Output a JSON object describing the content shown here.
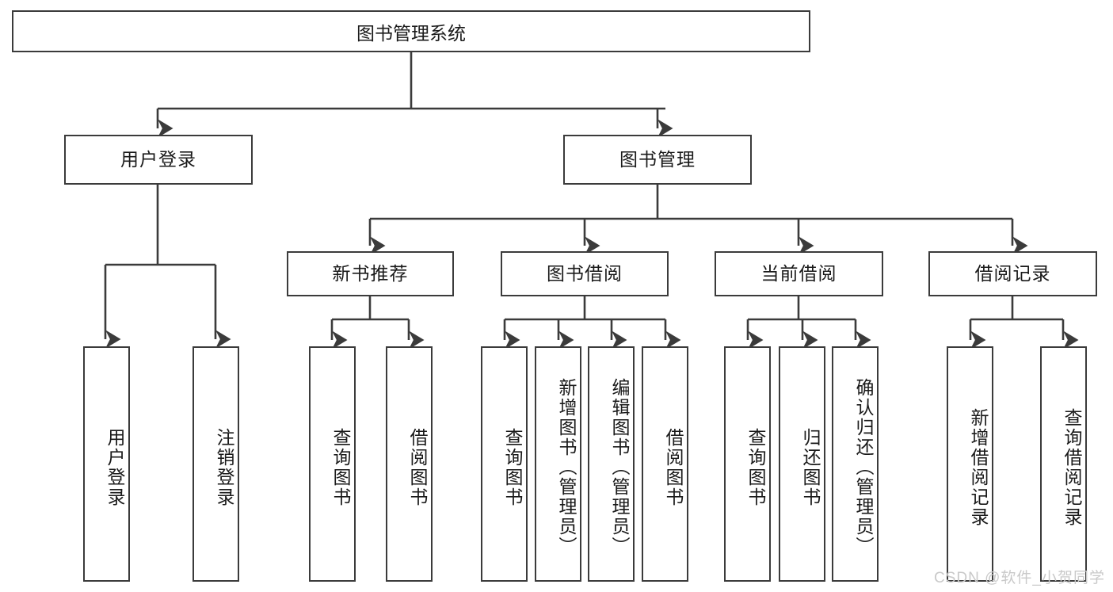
{
  "diagram": {
    "title": "图书管理系统",
    "type": "hierarchy-tree",
    "stroke_color": "#3b3b3b",
    "text_color": "#1a1a1a",
    "background_color": "#ffffff",
    "watermark": "CSDN @软件_小贺同学",
    "nodes": {
      "root": {
        "label": "图书管理系统"
      },
      "level2": [
        {
          "id": "user-login",
          "label": "用户登录"
        },
        {
          "id": "book-management",
          "label": "图书管理"
        }
      ],
      "level3": [
        {
          "id": "new-book-recommend",
          "label": "新书推荐"
        },
        {
          "id": "book-borrow",
          "label": "图书借阅"
        },
        {
          "id": "current-borrow",
          "label": "当前借阅"
        },
        {
          "id": "borrow-record",
          "label": "借阅记录"
        }
      ],
      "leaves": {
        "user_login": [
          {
            "id": "leaf-user-login",
            "label": "用户登录"
          },
          {
            "id": "leaf-logout-login",
            "label": "注销登录"
          }
        ],
        "new_book_recommend": [
          {
            "id": "leaf-query-book-1",
            "label": "查询图书"
          },
          {
            "id": "leaf-borrow-book-1",
            "label": "借阅图书"
          }
        ],
        "book_borrow": [
          {
            "id": "leaf-query-book-2",
            "label": "查询图书"
          },
          {
            "id": "leaf-add-book-admin",
            "label": "新增图书（管理员）"
          },
          {
            "id": "leaf-edit-book-admin",
            "label": "编辑图书（管理员）"
          },
          {
            "id": "leaf-borrow-book-2",
            "label": "借阅图书"
          }
        ],
        "current_borrow": [
          {
            "id": "leaf-query-book-3",
            "label": "查询图书"
          },
          {
            "id": "leaf-return-book",
            "label": "归还图书"
          },
          {
            "id": "leaf-confirm-return-admin",
            "label": "确认归还（管理员）"
          }
        ],
        "borrow_record": [
          {
            "id": "leaf-add-borrow-record",
            "label": "新增借阅记录"
          },
          {
            "id": "leaf-query-borrow-record",
            "label": "查询借阅记录"
          }
        ]
      }
    }
  }
}
